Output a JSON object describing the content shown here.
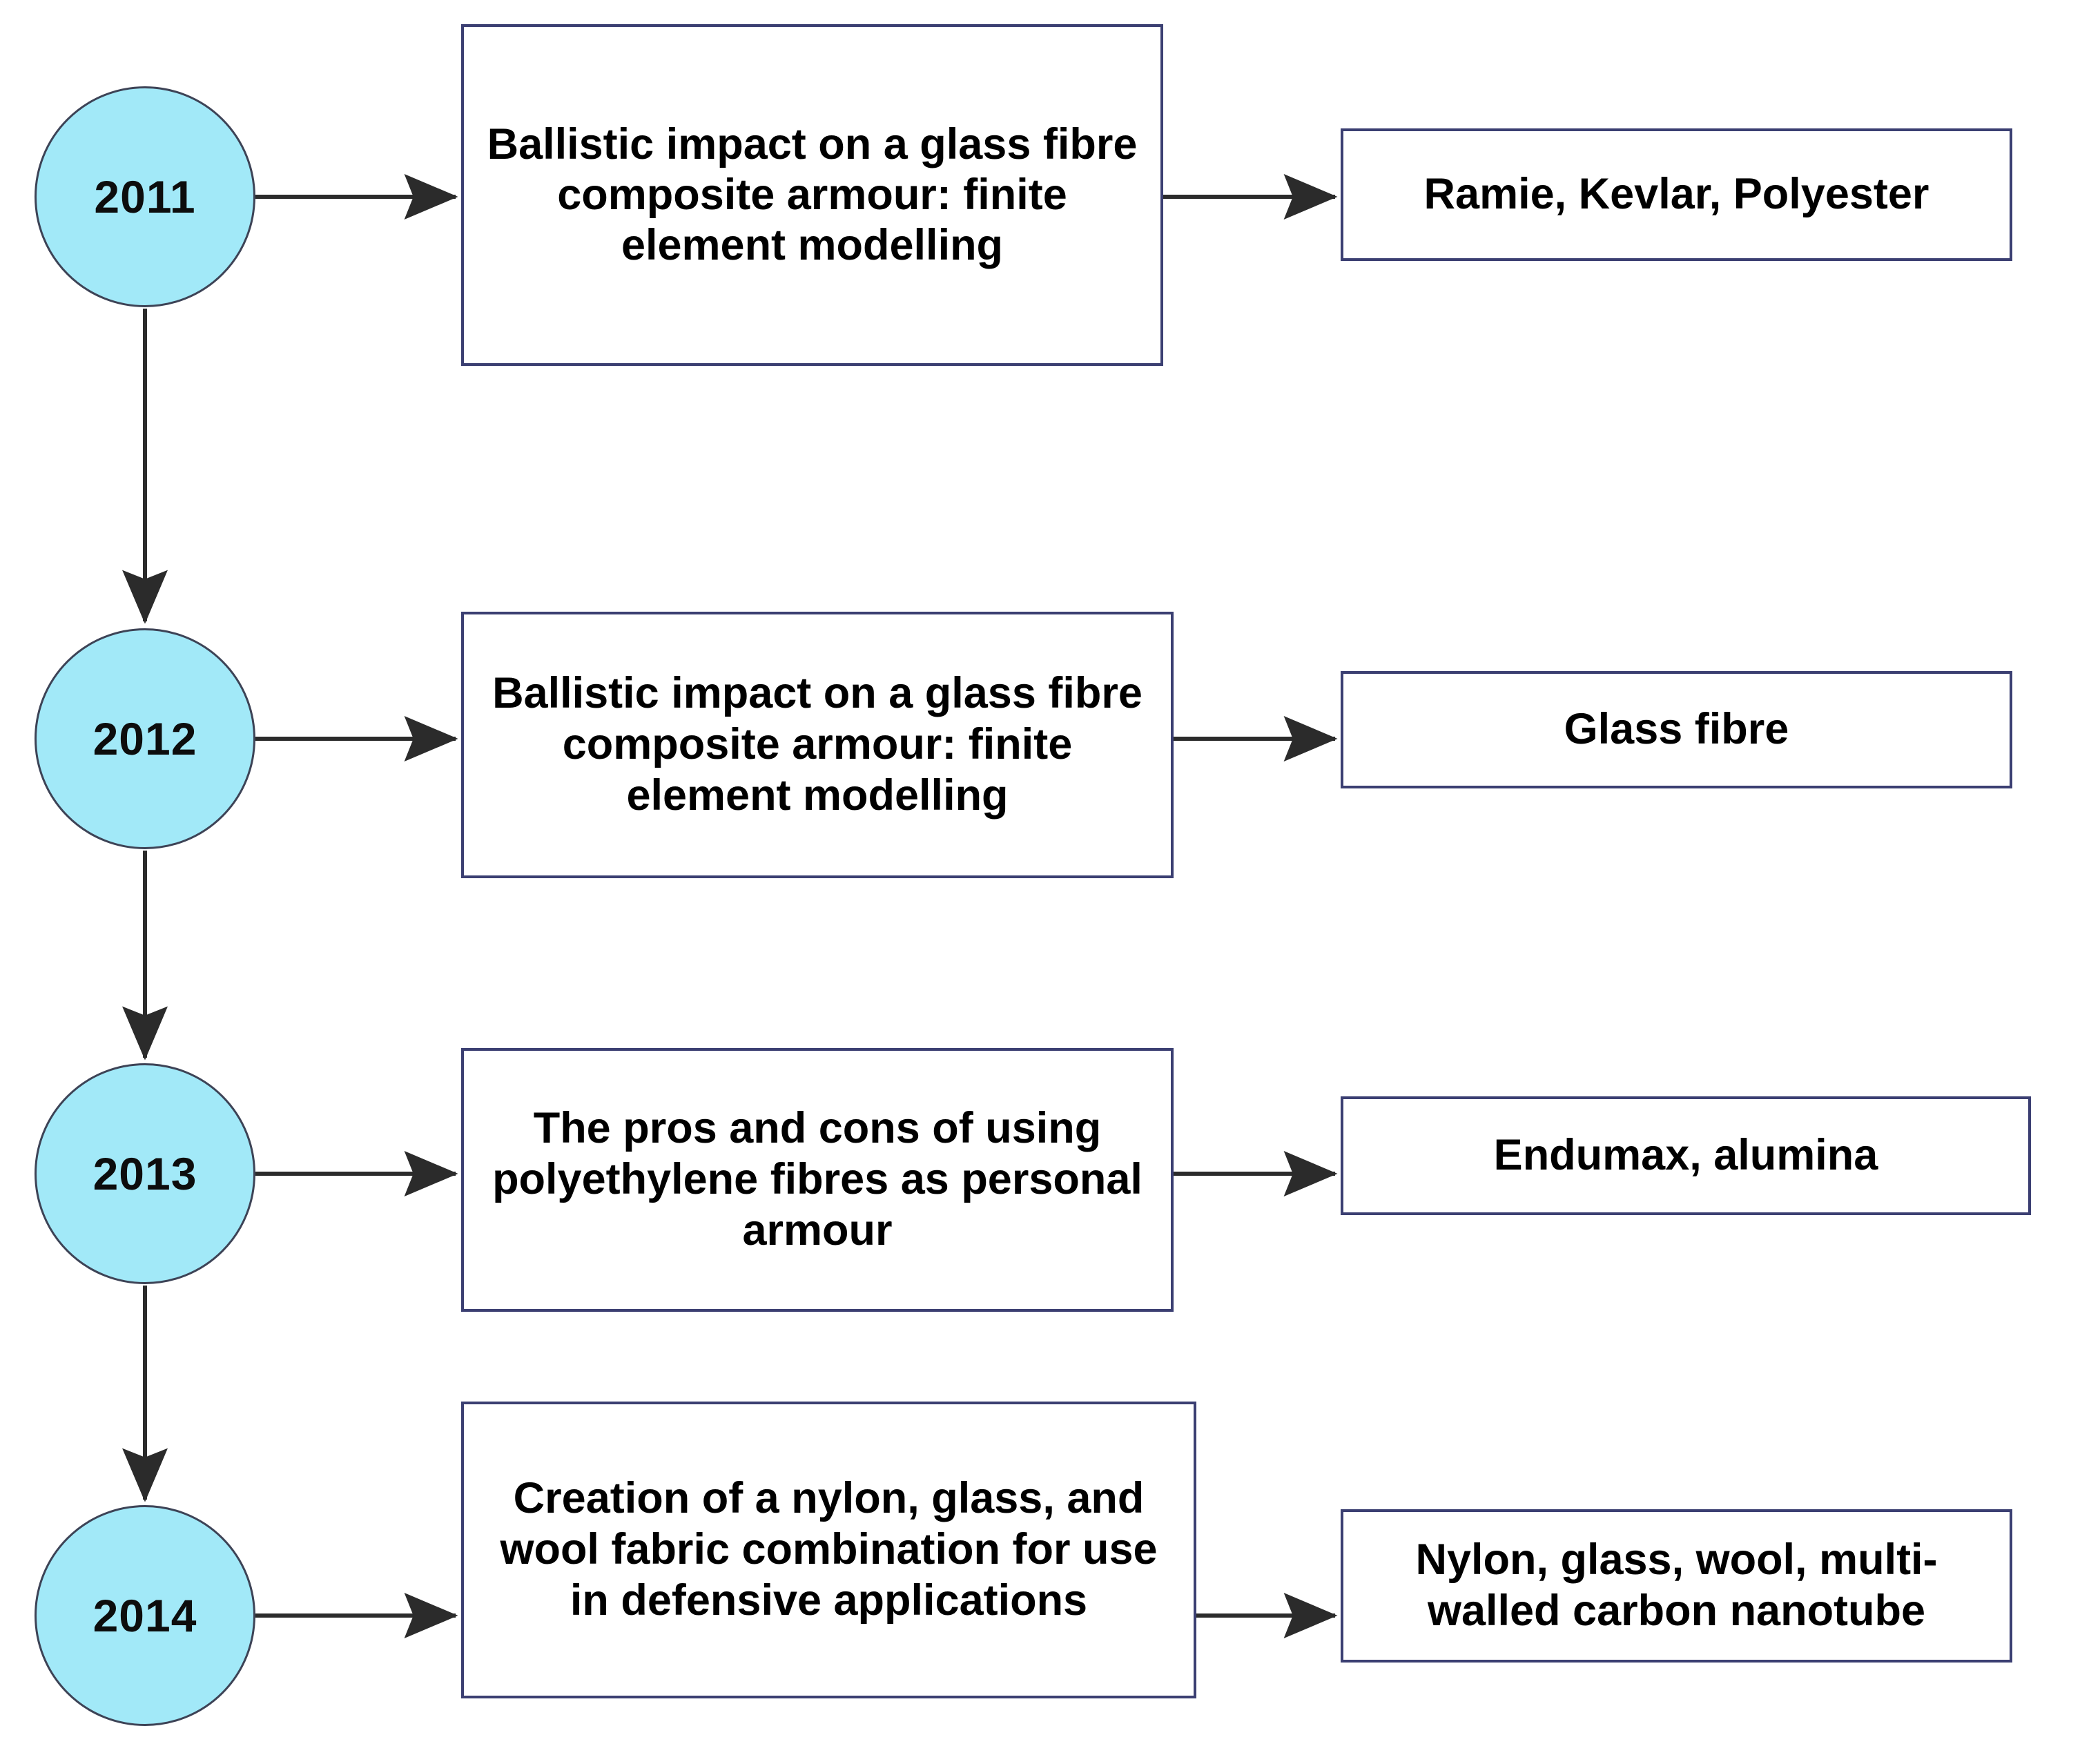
{
  "diagram": {
    "type": "flowchart-timeline",
    "title": "Timeline of ballistic armour research studies 2011-2014",
    "accent_circle_fill": "#A2E9F8",
    "circle_stroke": "#3d4356",
    "box_stroke": "#3b3f72",
    "box_fill": "#ffffff",
    "arrow_color": "#2b2b2b",
    "background": "#ffffff"
  },
  "rows": [
    {
      "year": "2011",
      "study": "Ballistic impact on a glass fibre composite armour: finite element modelling",
      "materials": "Ramie, Kevlar, Polyester"
    },
    {
      "year": "2012",
      "study": "Ballistic impact on a glass fibre composite armour: finite element modelling",
      "materials": "Glass fibre"
    },
    {
      "year": "2013",
      "study": "The pros and cons of using polyethylene fibres as personal armour",
      "materials": "Endumax, alumina"
    },
    {
      "year": "2014",
      "study": "Creation of a nylon, glass, and wool fabric combination for use in defensive applications",
      "materials": "Nylon, glass, wool, multi-walled carbon nanotube"
    }
  ],
  "connections": {
    "year_to_study": "arrow",
    "study_to_materials": "arrow",
    "year_to_next_year": "arrow-down"
  }
}
